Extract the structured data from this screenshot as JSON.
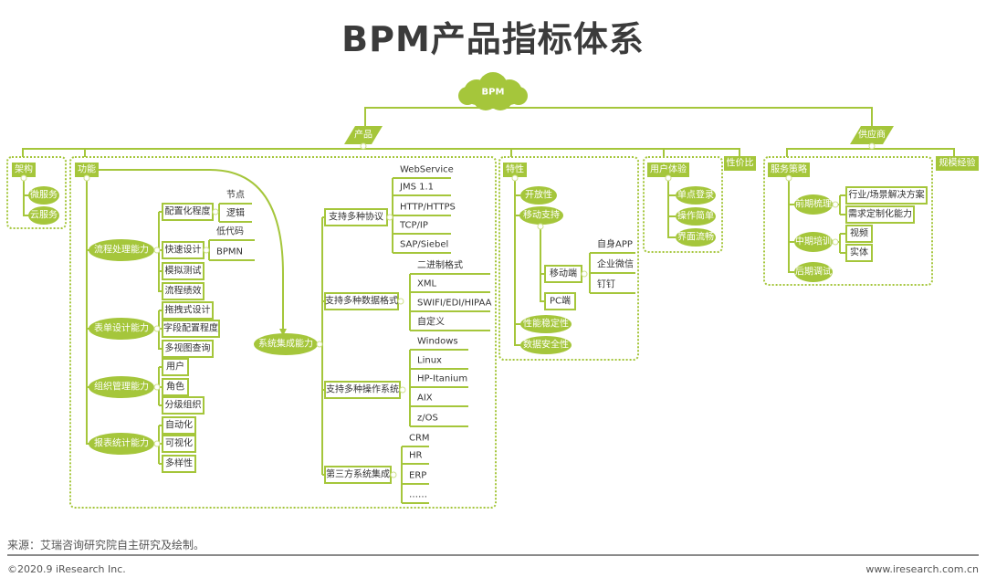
{
  "title": "BPM产品指标体系",
  "colors": {
    "accent": "#a5c63b",
    "accent_dark": "#8fb02a",
    "text": "#333333",
    "title": "#3b3b3b"
  },
  "root": {
    "label": "BPM",
    "icon": "cloud-shape"
  },
  "product": {
    "label": "产品",
    "architecture": {
      "label": "架构",
      "items": [
        "微服务",
        "云服务"
      ]
    },
    "function": {
      "label": "功能",
      "process": {
        "label": "流程处理能力",
        "items": [
          {
            "label": "配置化程度",
            "children": [
              "节点",
              "逻辑"
            ]
          },
          {
            "label": "快速设计",
            "children": [
              "低代码",
              "BPMN"
            ]
          },
          {
            "label": "模拟测试"
          },
          {
            "label": "流程绩效"
          }
        ]
      },
      "form": {
        "label": "表单设计能力",
        "items": [
          "拖拽式设计",
          "字段配置程度",
          "多视图查询"
        ]
      },
      "org": {
        "label": "组织管理能力",
        "items": [
          "用户",
          "角色",
          "分级组织"
        ]
      },
      "report": {
        "label": "报表统计能力",
        "items": [
          "自动化",
          "可视化",
          "多样性"
        ]
      },
      "integration": {
        "label": "系统集成能力",
        "groups": [
          {
            "label": "支持多种协议",
            "children": [
              "WebService",
              "JMS 1.1",
              "HTTP/HTTPS",
              "TCP/IP",
              "SAP/Siebel"
            ]
          },
          {
            "label": "支持多种数据格式",
            "children": [
              "二进制格式",
              "XML",
              "SWIFI/EDI/HIPAA",
              "自定义"
            ]
          },
          {
            "label": "支持多种操作系统",
            "children": [
              "Windows",
              "Linux",
              "HP-Itanium",
              "AIX",
              "z/OS"
            ]
          },
          {
            "label": "第三方系统集成",
            "children": [
              "CRM",
              "HR",
              "ERP",
              "……"
            ]
          }
        ]
      }
    },
    "features": {
      "label": "特性",
      "items": [
        "开放性",
        "移动支持",
        "性能稳定性",
        "数据安全性"
      ],
      "mobile": {
        "mobile_end": {
          "label": "移动端",
          "children": [
            "自身APP",
            "企业微信",
            "钉钉"
          ]
        },
        "pc_end": "PC端"
      }
    },
    "ux": {
      "label": "用户体验",
      "items": [
        "单点登录",
        "操作简单",
        "界面流畅"
      ]
    },
    "cost": {
      "label": "性价比"
    }
  },
  "vendor": {
    "label": "供应商",
    "service": {
      "label": "服务策略",
      "items": [
        {
          "label": "前期梳理",
          "children": [
            "行业/场景解决方案",
            "需求定制化能力"
          ]
        },
        {
          "label": "中期培训",
          "children": [
            "视频",
            "实体"
          ]
        },
        {
          "label": "后期调试"
        }
      ]
    },
    "scale": {
      "label": "规模经验"
    }
  },
  "footer": {
    "source": "来源：艾瑞咨询研究院自主研究及绘制。",
    "copyright": "©2020.9 iResearch Inc.",
    "url": "www.iresearch.com.cn"
  }
}
